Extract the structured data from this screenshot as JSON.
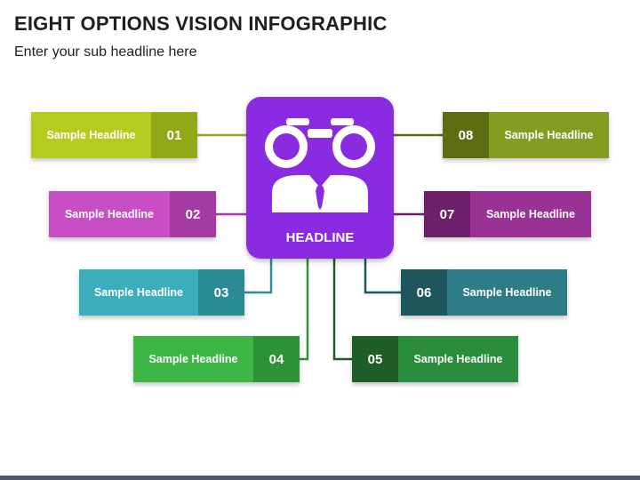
{
  "title": "EIGHT OPTIONS VISION INFOGRAPHIC",
  "subtitle": "Enter your sub headline here",
  "hub": {
    "label": "HEADLINE",
    "icon": "binoculars-person-icon",
    "color": "#8a2be2"
  },
  "options": [
    {
      "number": "01",
      "label": "Sample Headline",
      "color_label": "#b3cc1f",
      "color_num": "#93a819"
    },
    {
      "number": "02",
      "label": "Sample Headline",
      "color_label": "#c94ec6",
      "color_num": "#a33ba3"
    },
    {
      "number": "03",
      "label": "Sample Headline",
      "color_label": "#3aaebc",
      "color_num": "#2a8a96"
    },
    {
      "number": "04",
      "label": "Sample Headline",
      "color_label": "#3db646",
      "color_num": "#2e9236"
    },
    {
      "number": "05",
      "label": "Sample Headline",
      "color_label": "#2b8c3e",
      "color_num": "#1e5c28"
    },
    {
      "number": "06",
      "label": "Sample Headline",
      "color_label": "#2e7d86",
      "color_num": "#1f555c"
    },
    {
      "number": "07",
      "label": "Sample Headline",
      "color_label": "#9a3296",
      "color_num": "#6c1f6a"
    },
    {
      "number": "08",
      "label": "Sample Headline",
      "color_label": "#849c21",
      "color_num": "#5c6d14"
    }
  ]
}
